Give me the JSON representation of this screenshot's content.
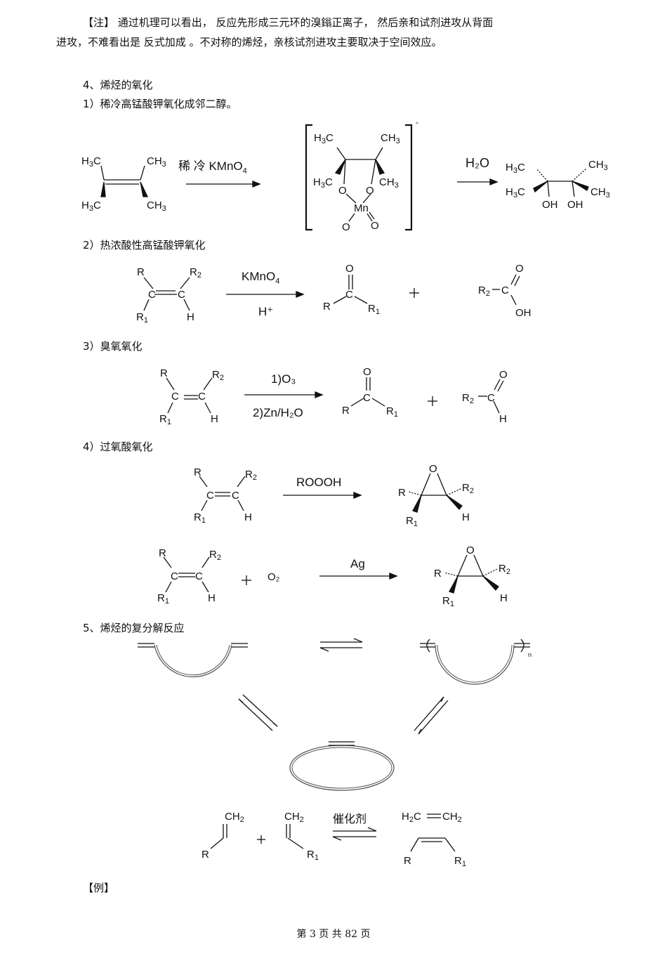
{
  "note": {
    "line1": "【注】 通过机理可以看出，   反应先形成三元环的溴鎓正离子，     然后亲和试剂进攻从背面",
    "line2": "进攻，不难看出是   反式加成 。不对称的烯烃，亲核试剂进攻主要取决于空间效应。"
  },
  "section4": {
    "heading": "4、烯烃的氧化",
    "sub1": "1）稀冷高锰酸钾氧化成邻二醇。",
    "sub2": "2）热浓酸性高锰酸钾氧化",
    "sub3": "3）臭氧氧化",
    "sub4": "4）过氧酸氧化"
  },
  "section5": {
    "heading": "5、烯烃的复分解反应",
    "catalyst": "催化剂"
  },
  "example": "【例】",
  "reagents": {
    "r1_cond": "稀  冷  KMnO",
    "r1_sub": "4",
    "r1_h2o": "H₂O",
    "r2_top": "KMnO",
    "r2_sub": "4",
    "r2_bot": "H⁺",
    "r3_top": "1)O₃",
    "r3_bot": "2)Zn/H₂O",
    "r4_top": "ROOOH",
    "r5_top": "Ag",
    "r5_o2": "O₂"
  },
  "footer": {
    "page": "第  3  页  共  82  页"
  }
}
